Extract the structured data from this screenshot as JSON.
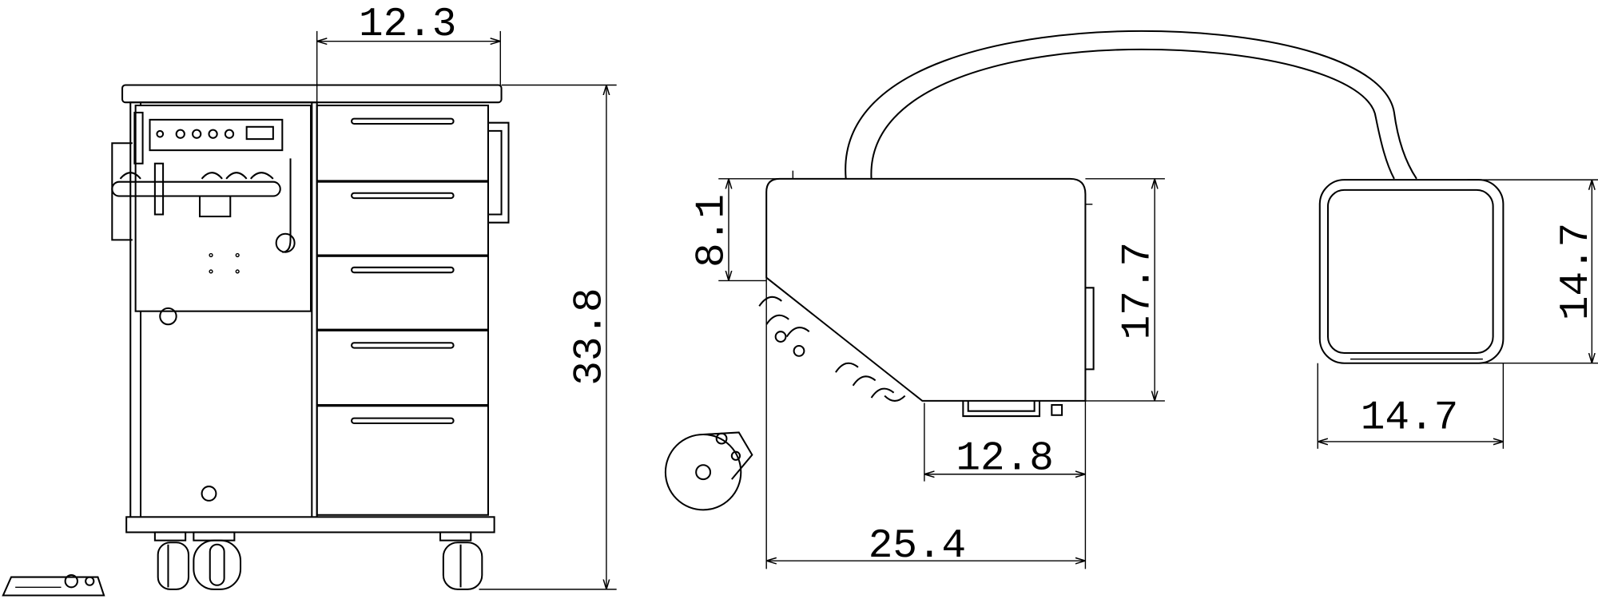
{
  "drawing": {
    "units_note": "",
    "cart_view": {
      "width_label": "12.3",
      "height_label": "33.8"
    },
    "unit_side_view": {
      "upper_height_label": "8.1",
      "total_height_label": "17.7",
      "bottom_depth_label": "12.8",
      "total_depth_label": "25.4"
    },
    "pad_view": {
      "width_label": "14.7",
      "height_label": "14.7"
    }
  }
}
